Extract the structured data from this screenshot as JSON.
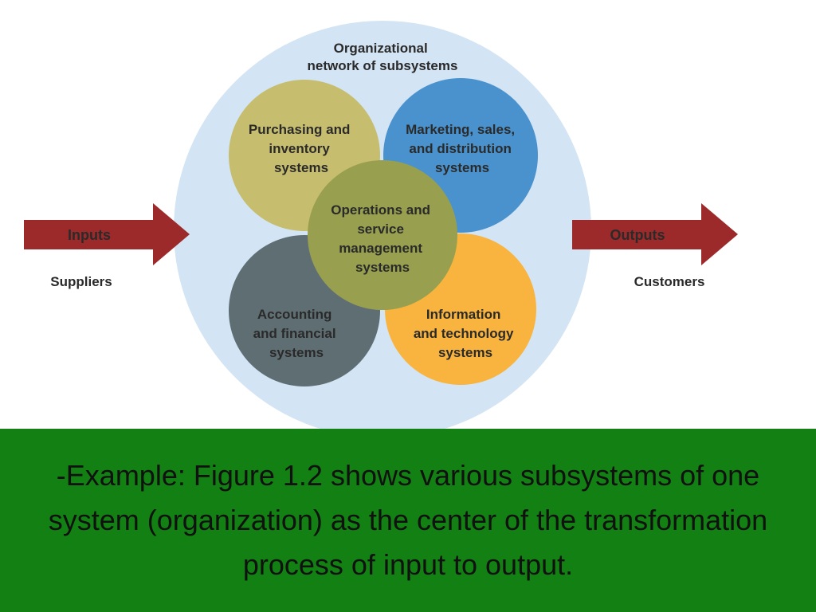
{
  "diagram": {
    "network_label": [
      "Organizational",
      "network of subsystems"
    ],
    "subsystems": {
      "purchasing": [
        "Purchasing and",
        "inventory",
        "systems"
      ],
      "marketing": [
        "Marketing, sales,",
        "and distribution",
        "systems"
      ],
      "operations": [
        "Operations and",
        "service",
        "management",
        "systems"
      ],
      "accounting": [
        "Accounting",
        "and financial",
        "systems"
      ],
      "information": [
        "Information",
        "and technology",
        "systems"
      ]
    },
    "inputs_label": "Inputs",
    "outputs_label": "Outputs",
    "suppliers_label": "Suppliers",
    "customers_label": "Customers"
  },
  "colors": {
    "network": "#d3e4f4",
    "purchasing": "#c7bd6e",
    "marketing": "#4a92cd",
    "operations": "#98a050",
    "accounting": "#5f6e73",
    "information": "#f8b43e",
    "arrow": "#9c2a2a",
    "caption_bg": "#128012"
  },
  "caption": "-Example: Figure 1.2 shows various subsystems of one system (organization) as the center of the transformation process of input to output."
}
